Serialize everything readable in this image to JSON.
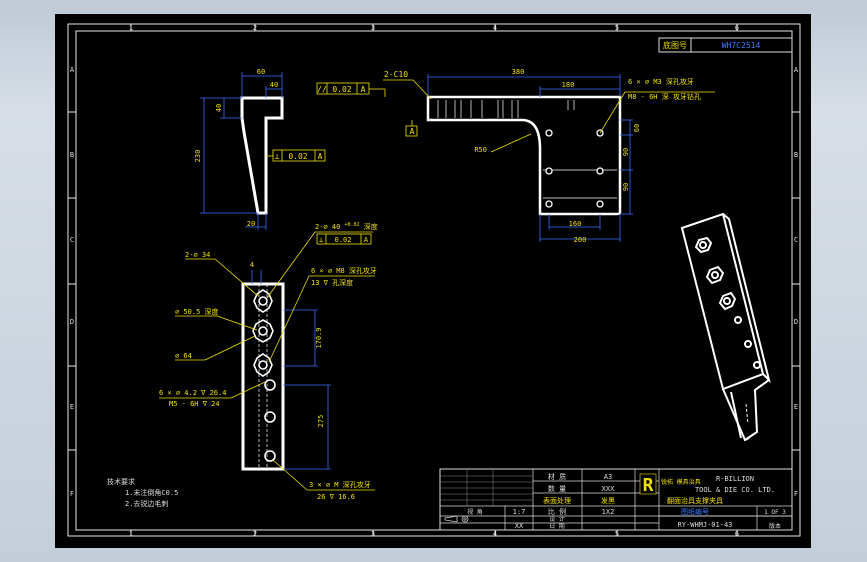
{
  "drawing": {
    "code_box_label": "底图号",
    "code_box_value": "WH7C2514",
    "top_columns": [
      "1",
      "2",
      "3",
      "4",
      "5",
      "6"
    ],
    "bottom_columns": [
      "1",
      "2",
      "3",
      "4",
      "5",
      "6"
    ],
    "rows": [
      "A",
      "B",
      "C",
      "D",
      "E",
      "F"
    ]
  },
  "dims": {
    "side_top_width": "60",
    "side_top_inner": "40",
    "side_height_inner": "40",
    "side_height": "230",
    "side_bottom": "20",
    "side_tolerance": "0.02",
    "side_datum": "A",
    "top_parallel": "0.02",
    "top_datum": "A",
    "top_chamfer": "2-C10",
    "top_length": "380",
    "top_sub_length": "180",
    "top_datum_box": "A",
    "top_right_h": "60",
    "top_radius": "R50",
    "holes_spec_line1": "6 × ∅  M3 深孔攻牙",
    "holes_spec_line2": "M8 - 6H 深 攻牙钻孔",
    "right_v1": "90",
    "right_v2": "90",
    "bottom_w1": "160",
    "bottom_w2": "200",
    "front_callout_1a": "2-∅ 40 ",
    "front_callout_1b": "+0.02",
    "front_callout_1c": " 深度",
    "front_perp": "0.02",
    "front_datum": "A",
    "front_callout_2": "2-∅ 34",
    "front_top_small": "4",
    "front_callout_3a": "6 × ∅  M8 深孔攻牙",
    "front_callout_3b": "13 ∇ 孔深度",
    "front_callout_4": "∅ 50.5  深度",
    "front_callout_5": "∅ 64",
    "front_callout_6a": "6 × ∅  4.2 ∇ 26.4",
    "front_callout_6b": "M5 - 6H ∇ 24",
    "front_vert_1": "170.9",
    "front_vert_2": "275",
    "front_callout_7a": "3 × ∅  M 深孔攻牙",
    "front_callout_7b": "26 ∇ 16.6"
  },
  "notes": {
    "title": "技术要求",
    "line1": "1.未注倒角C0.5",
    "line2": "2.去锐边毛刺"
  },
  "title_block": {
    "material_label": "材 质",
    "material_value": "A3",
    "qty_label": "数 量",
    "qty_value": "XXX",
    "process_label": "表面处理",
    "process_value": "发黑",
    "scale_label": "比 例",
    "scale_value": "1X2",
    "logo_letter": "R",
    "logo_cn": "锐拓 模具治具",
    "company_line1": "R-BILLION",
    "company_line2": "TOOL & DIE CO. LTD.",
    "part_name": "翻面治具支撑夹具",
    "drawing_no_label": "图纸编号",
    "drawing_no": "RY-WHMJ-01-43",
    "sheet_info": "1 OF 3",
    "revision": "1:7",
    "checker": "XX",
    "drawn_label": "设 计",
    "proj_label": "视 角",
    "date_label": "日 期",
    "page_label": "版本"
  }
}
